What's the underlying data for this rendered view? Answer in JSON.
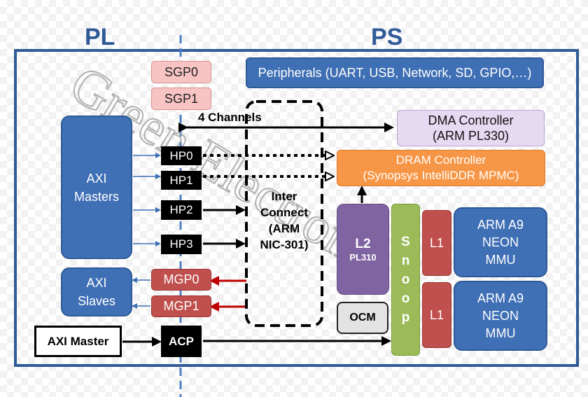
{
  "sections": {
    "pl": "PL",
    "ps": "PS"
  },
  "watermark": "Green Electrons",
  "ports": {
    "sgp0": "SGP0",
    "sgp1": "SGP1",
    "hp0": "HP0",
    "hp1": "HP1",
    "hp2": "HP2",
    "hp3": "HP3",
    "mgp0": "MGP0",
    "mgp1": "MGP1",
    "acp": "ACP"
  },
  "pl_blocks": {
    "axi_masters": [
      "AXI",
      "Masters"
    ],
    "axi_slaves": [
      "AXI",
      "Slaves"
    ],
    "axi_master_ext": "AXI Master"
  },
  "channels_label": "4 Channels",
  "interconnect": [
    "Inter",
    "Connect",
    "(ARM",
    "NIC-301)"
  ],
  "peripherals": "Peripherals (UART, USB, Network, SD, GPIO,…)",
  "dma": [
    "DMA Controller",
    "(ARM PL330)"
  ],
  "dram": [
    "DRAM Controller",
    "(Synopsys IntelliDDR MPMC)"
  ],
  "l2": {
    "title": "L2",
    "sub": "PL310"
  },
  "ocm": "OCM",
  "snoop": [
    "S",
    "n",
    "o",
    "o",
    "p"
  ],
  "l1": [
    "L1",
    "L1"
  ],
  "cores": [
    [
      "ARM A9",
      "NEON",
      "MMU"
    ],
    [
      "ARM A9",
      "NEON",
      "MMU"
    ]
  ],
  "colors": {
    "border_blue": "#2f5a98",
    "block_blue": "#3f6fb4",
    "sgp_pink": "#f7c3c3",
    "mgp_red": "#c0504d",
    "arrow_red": "#c00000",
    "dma_lavender": "#e6d9f2",
    "dram_orange": "#f79646",
    "l2_purple": "#8064a2",
    "snoop_green": "#9bbb59",
    "l1_red": "#c0504d"
  }
}
